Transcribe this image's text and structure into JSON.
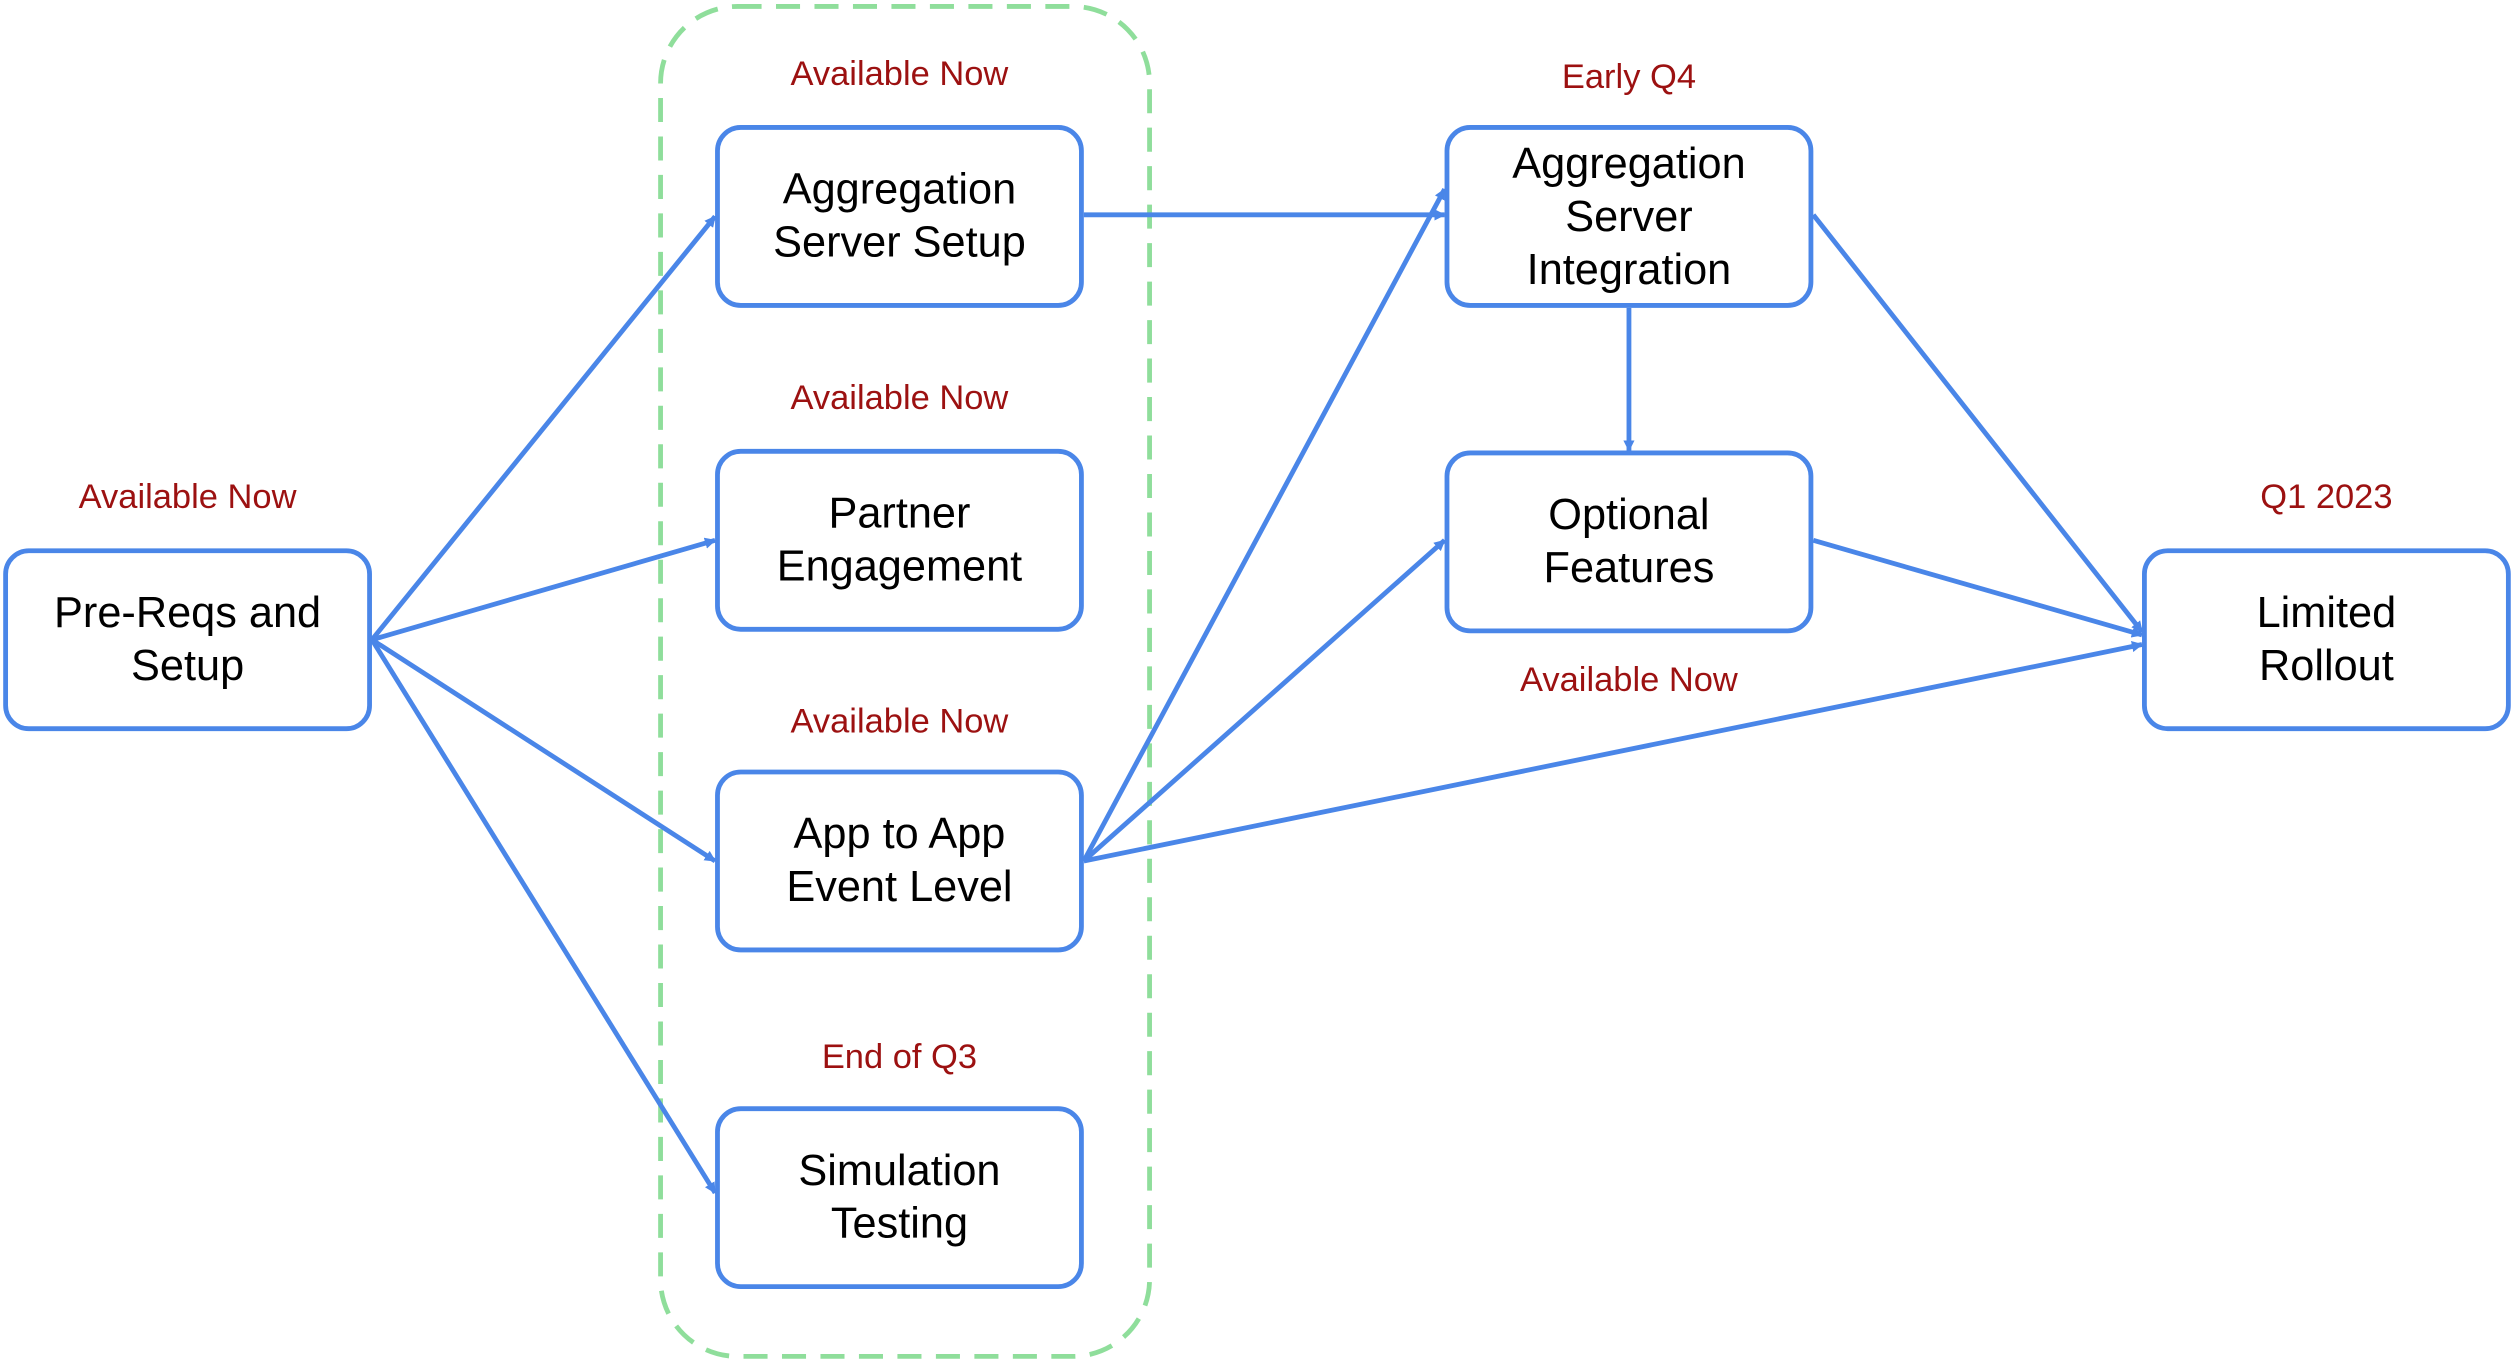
{
  "colors": {
    "node_border": "#4a86e8",
    "arrow": "#4a86e8",
    "group_border": "#8fde9b",
    "status_text": "#9c1111",
    "node_text": "#000000"
  },
  "nodes": {
    "prereqs": {
      "label": "Pre-Reqs and\nSetup",
      "status": "Available Now"
    },
    "agg_setup": {
      "label": "Aggregation\nServer Setup",
      "status": "Available Now"
    },
    "partner": {
      "label": "Partner\nEngagement",
      "status": "Available Now"
    },
    "app_to_app": {
      "label": "App to App\nEvent Level",
      "status": "Available Now"
    },
    "simulation": {
      "label": "Simulation\nTesting",
      "status": "End of Q3"
    },
    "agg_integration": {
      "label": "Aggregation\nServer\nIntegration",
      "status": "Early Q4"
    },
    "optional": {
      "label": "Optional\nFeatures",
      "status": "Available Now"
    },
    "limited": {
      "label": "Limited\nRollout",
      "status": "Q1 2023"
    }
  },
  "edges": [
    {
      "from": "prereqs",
      "to": "agg_setup"
    },
    {
      "from": "prereqs",
      "to": "partner"
    },
    {
      "from": "prereqs",
      "to": "app_to_app"
    },
    {
      "from": "prereqs",
      "to": "simulation"
    },
    {
      "from": "agg_setup",
      "to": "agg_integration"
    },
    {
      "from": "app_to_app",
      "to": "agg_integration"
    },
    {
      "from": "app_to_app",
      "to": "optional"
    },
    {
      "from": "app_to_app",
      "to": "limited"
    },
    {
      "from": "agg_integration",
      "to": "optional"
    },
    {
      "from": "agg_integration",
      "to": "limited"
    },
    {
      "from": "optional",
      "to": "limited"
    }
  ]
}
